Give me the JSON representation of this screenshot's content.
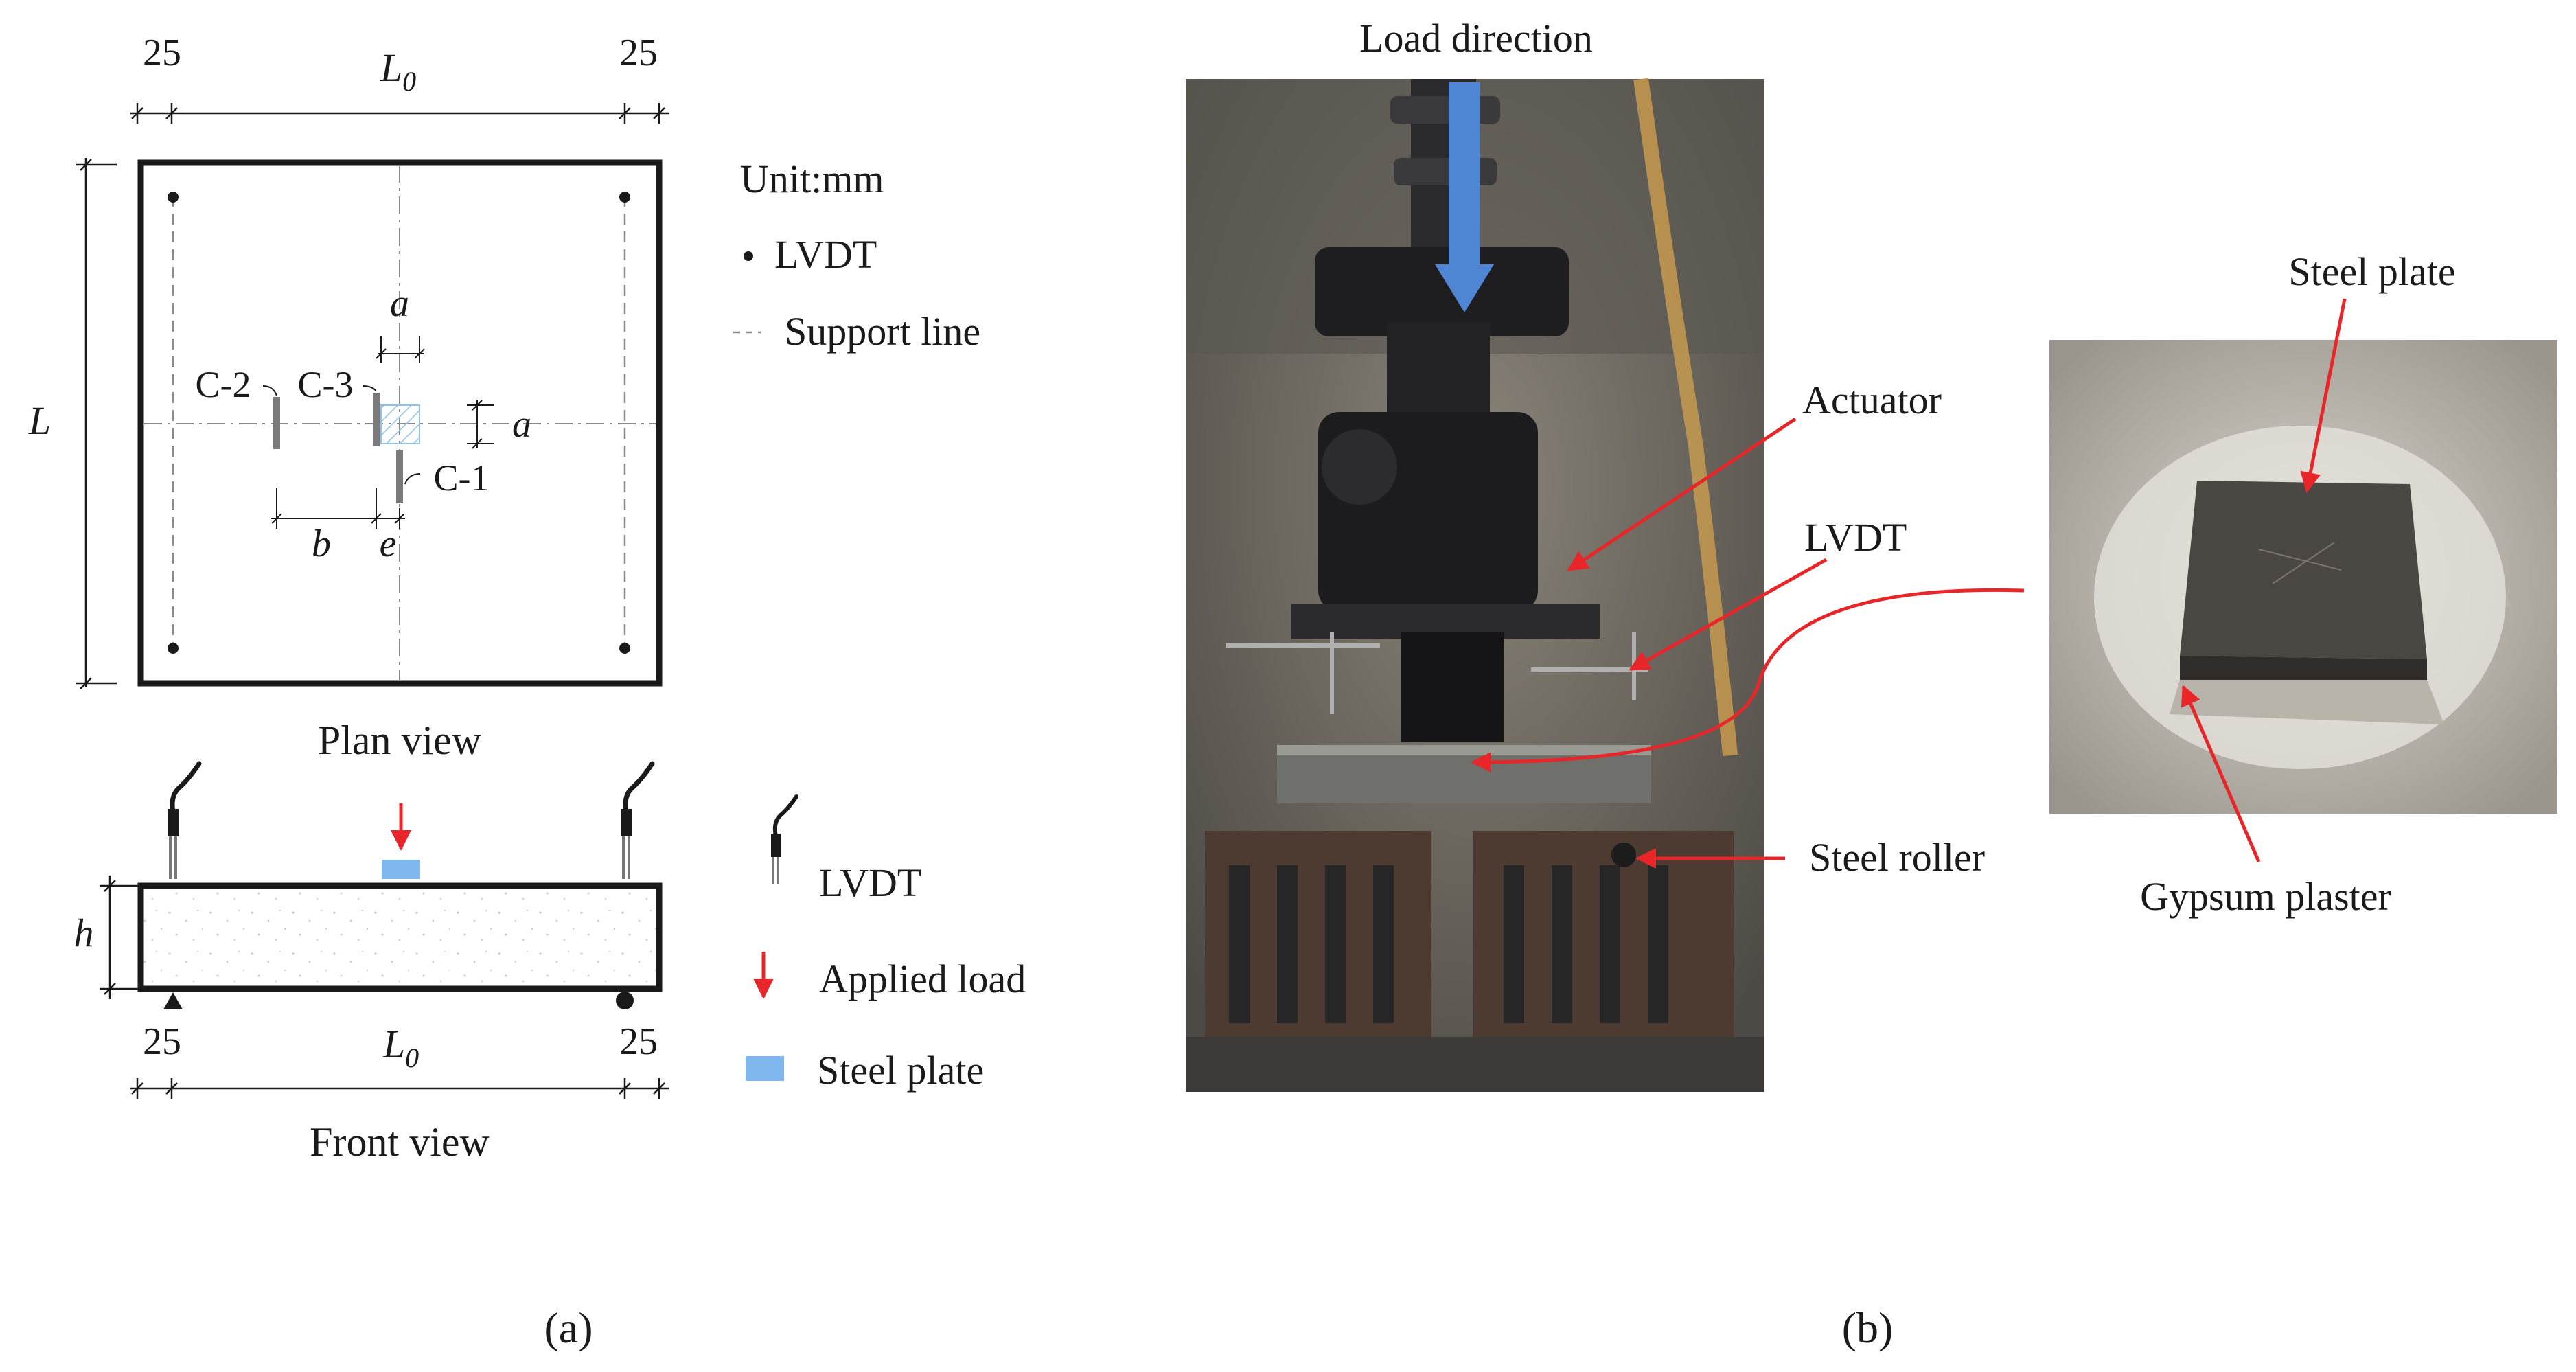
{
  "panel_a": {
    "plan": {
      "dim_left": "25",
      "dim_span": "L",
      "dim_span_sub": "0",
      "dim_right": "25",
      "dim_side": "L",
      "dim_a_top": "a",
      "dim_a_side": "a",
      "dim_b": "b",
      "dim_e": "e",
      "gauge_c1": "C-1",
      "gauge_c2": "C-2",
      "gauge_c3": "C-3",
      "caption": "Plan view"
    },
    "legend_plan": {
      "unit": "Unit:mm",
      "lvdt": "LVDT",
      "support_line": "Support line"
    },
    "front": {
      "dim_h": "h",
      "dim_left": "25",
      "dim_span": "L",
      "dim_span_sub": "0",
      "dim_right": "25",
      "caption": "Front view"
    },
    "legend_front": {
      "lvdt": "LVDT",
      "applied_load": "Applied load",
      "steel_plate": "Steel plate"
    },
    "label": "(a)"
  },
  "panel_b": {
    "load_direction": "Load direction",
    "actuator": "Actuator",
    "lvdt": "LVDT",
    "steel_roller": "Steel roller",
    "steel_plate": "Steel plate",
    "gypsum_plaster": "Gypsum plaster",
    "label": "(b)"
  },
  "colors": {
    "arrow_red": "#e8262a",
    "load_blue": "#4f86d4",
    "plate_blue": "#7fb7ee",
    "line_dark": "#1a1a1a"
  }
}
